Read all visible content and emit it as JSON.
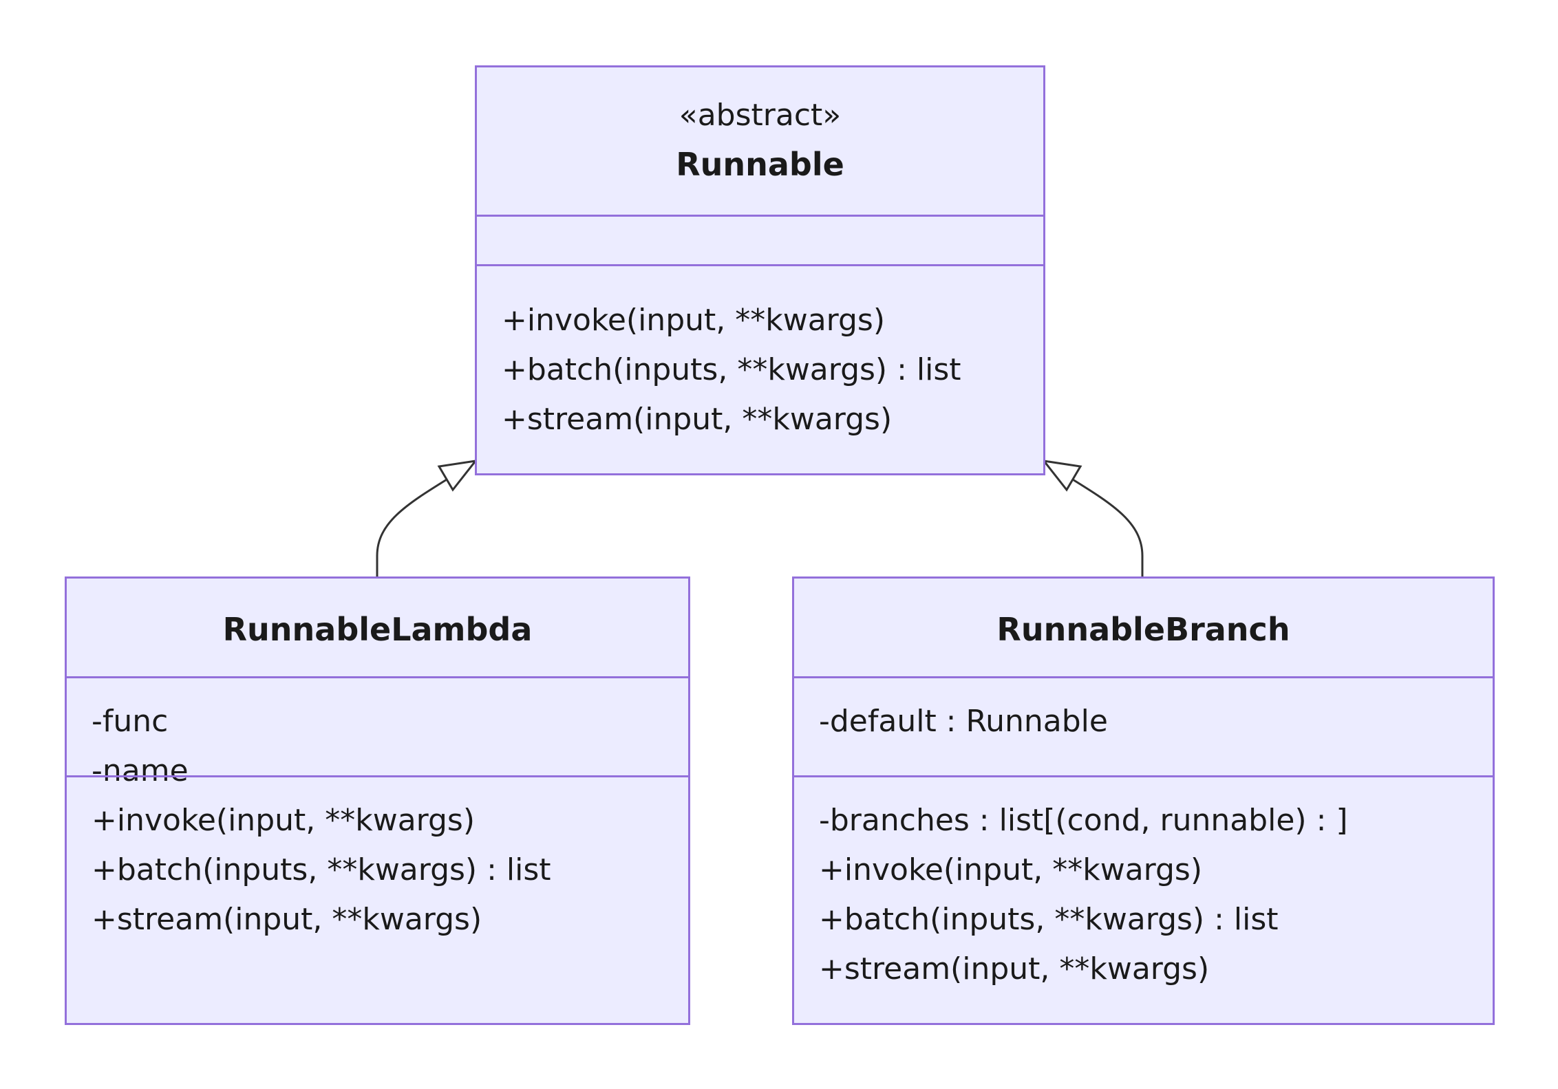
{
  "colors": {
    "box_fill": "#ECECFF",
    "box_border": "#9370DB",
    "edge": "#333333",
    "text": "#1a1a1a"
  },
  "runnable": {
    "stereotype": "«abstract»",
    "name": "Runnable",
    "attributes": [],
    "methods": [
      "+invoke(input, **kwargs)",
      "+batch(inputs, **kwargs) : list",
      "+stream(input, **kwargs)"
    ]
  },
  "runnable_lambda": {
    "name": "RunnableLambda",
    "attributes": [
      "-func",
      "-name"
    ],
    "methods": [
      "+invoke(input, **kwargs)",
      "+batch(inputs, **kwargs) : list",
      "+stream(input, **kwargs)"
    ]
  },
  "runnable_branch": {
    "name": "RunnableBranch",
    "attributes": [
      "-default : Runnable"
    ],
    "methods": [
      "-branches : list[(cond, runnable) : ]",
      "+invoke(input, **kwargs)",
      "+batch(inputs, **kwargs) : list",
      "+stream(input, **kwargs)"
    ]
  },
  "relations": [
    {
      "from": "RunnableLambda",
      "to": "Runnable",
      "type": "inheritance"
    },
    {
      "from": "RunnableBranch",
      "to": "Runnable",
      "type": "inheritance"
    }
  ]
}
